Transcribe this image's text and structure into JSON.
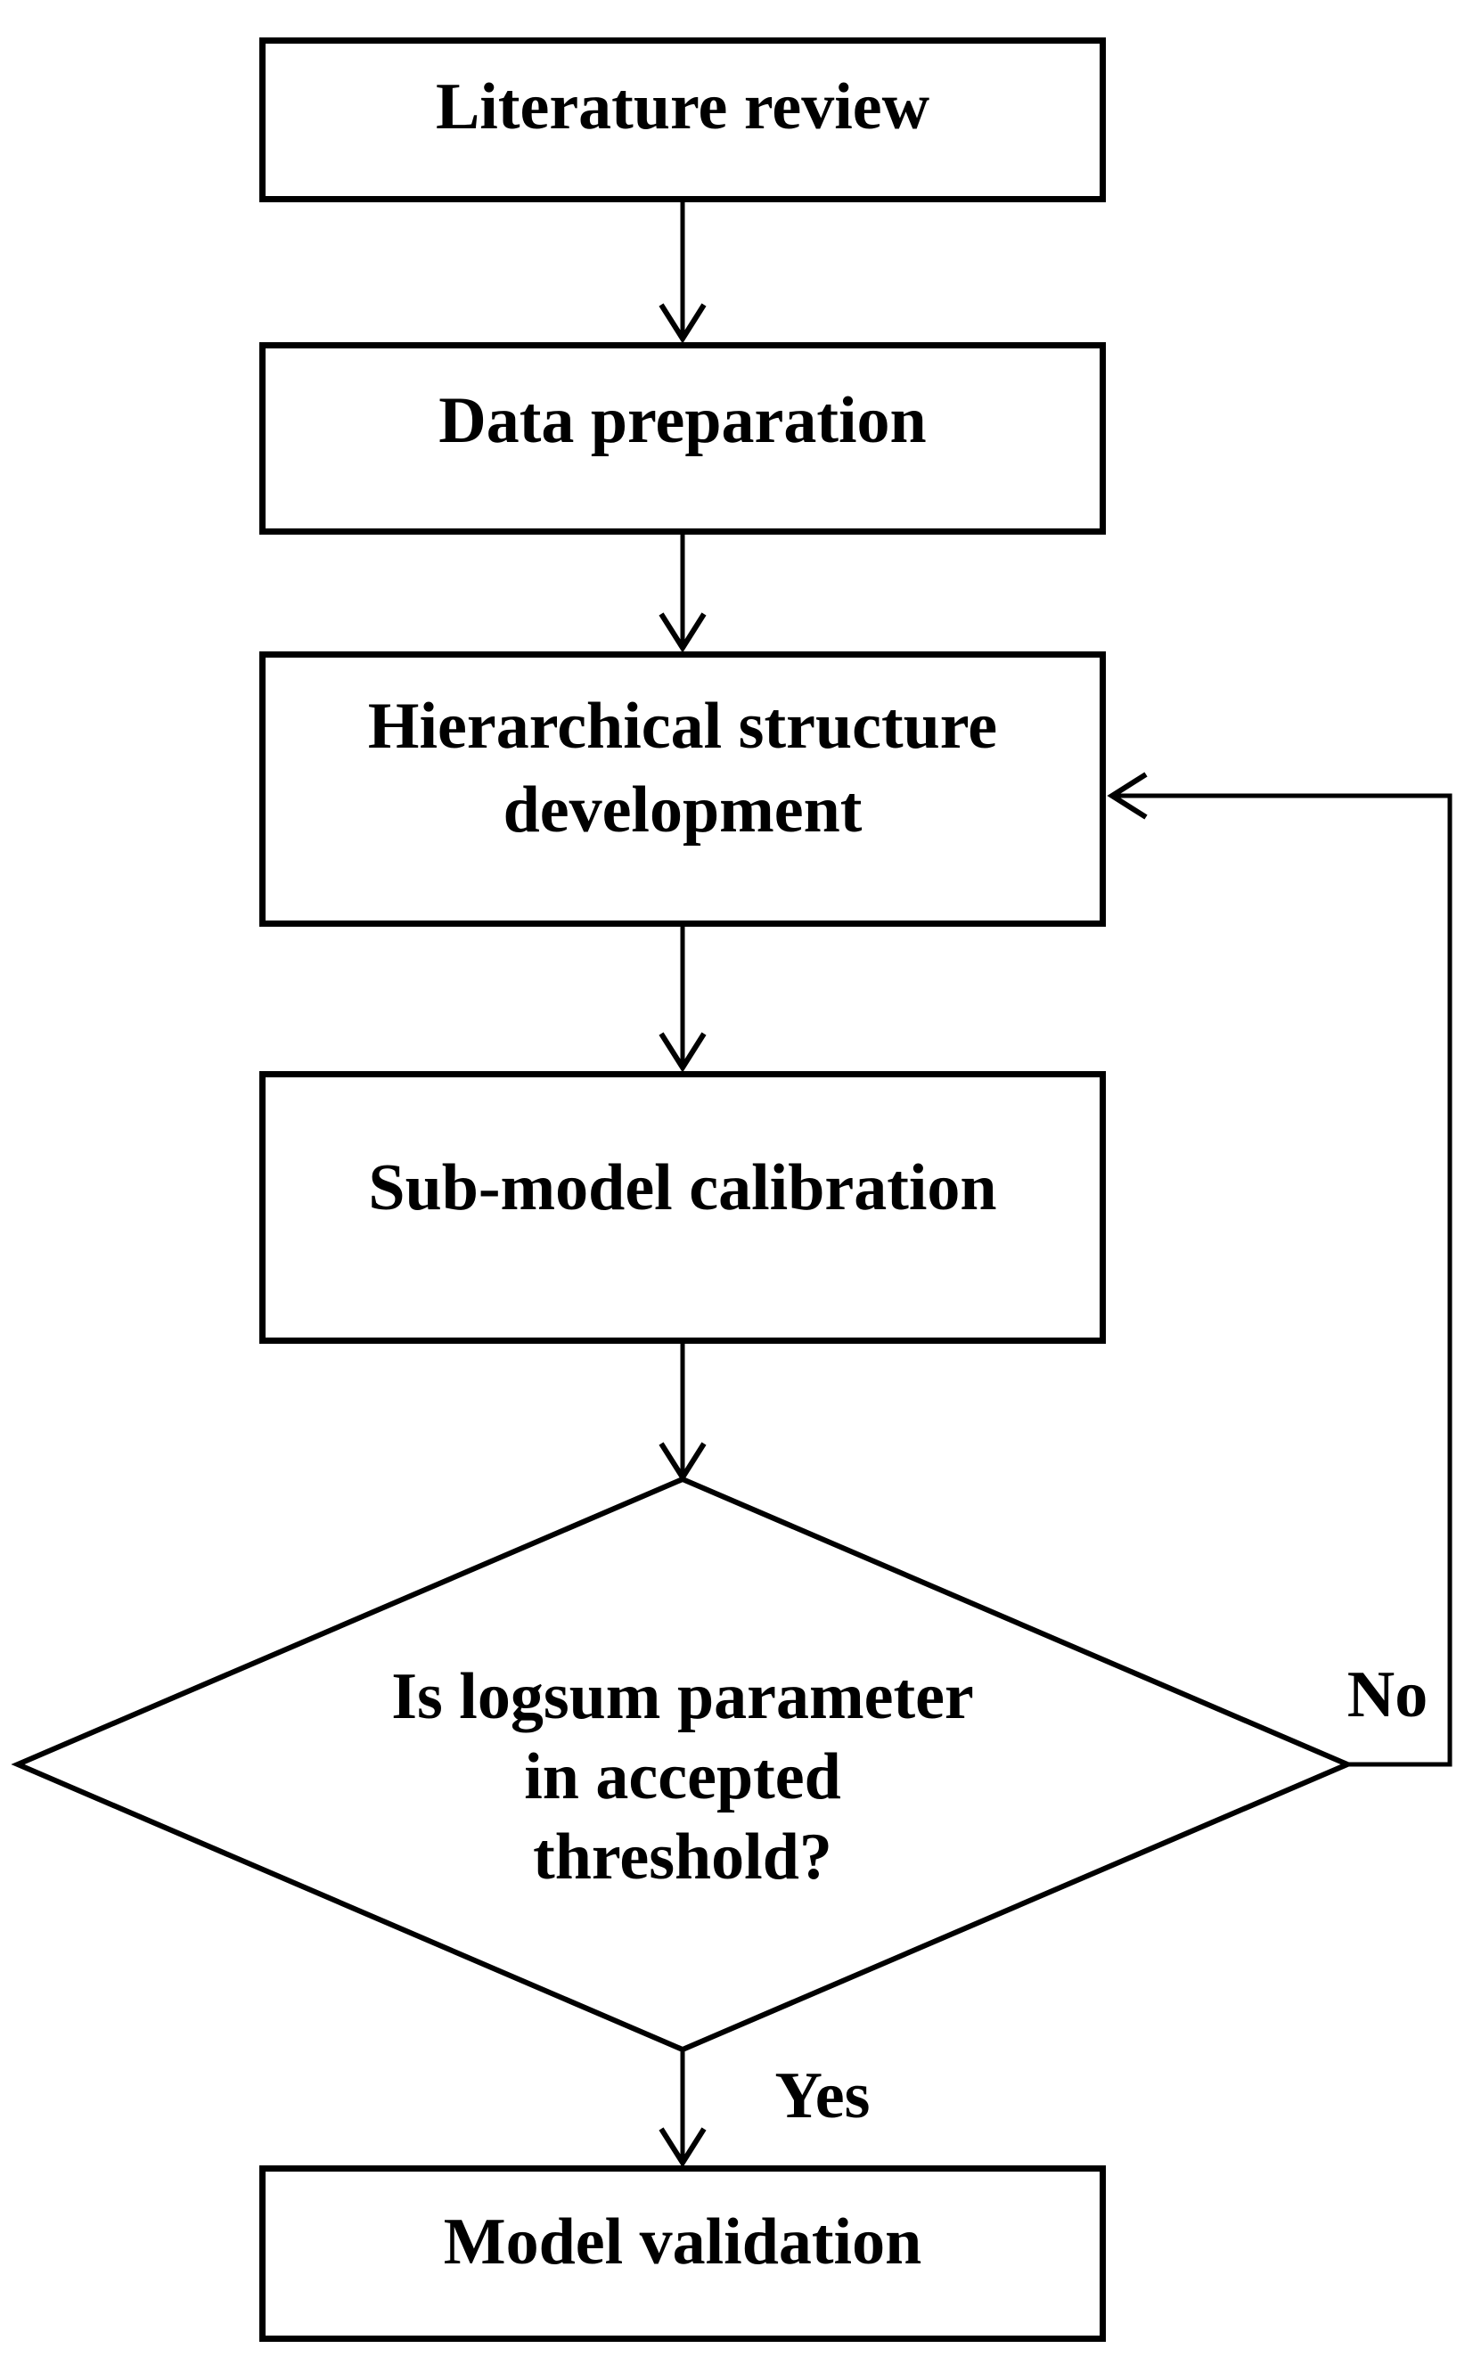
{
  "page": {
    "background_color": "#ffffff",
    "ink_color": "#000000"
  },
  "flowchart": {
    "nodes": [
      {
        "id": "literature-review",
        "shape": "rectangle",
        "lines": [
          "Literature review"
        ]
      },
      {
        "id": "data-preparation",
        "shape": "rectangle",
        "lines": [
          "Data preparation"
        ]
      },
      {
        "id": "hierarchical-structure-development",
        "shape": "rectangle",
        "lines": [
          "Hierarchical structure",
          "development"
        ]
      },
      {
        "id": "sub-model-calibration",
        "shape": "rectangle",
        "lines": [
          "Sub-model calibration"
        ]
      },
      {
        "id": "logsum-threshold-decision",
        "shape": "diamond",
        "lines": [
          "Is logsum parameter",
          "in accepted",
          "threshold?"
        ]
      },
      {
        "id": "model-validation",
        "shape": "rectangle",
        "lines": [
          "Model validation"
        ]
      }
    ],
    "edges": [
      {
        "from": "literature-review",
        "to": "data-preparation",
        "label": ""
      },
      {
        "from": "data-preparation",
        "to": "hierarchical-structure-development",
        "label": ""
      },
      {
        "from": "hierarchical-structure-development",
        "to": "sub-model-calibration",
        "label": ""
      },
      {
        "from": "sub-model-calibration",
        "to": "logsum-threshold-decision",
        "label": ""
      },
      {
        "from": "logsum-threshold-decision",
        "to": "model-validation",
        "label": "Yes"
      },
      {
        "from": "logsum-threshold-decision",
        "to": "hierarchical-structure-development",
        "label": "No"
      }
    ]
  }
}
